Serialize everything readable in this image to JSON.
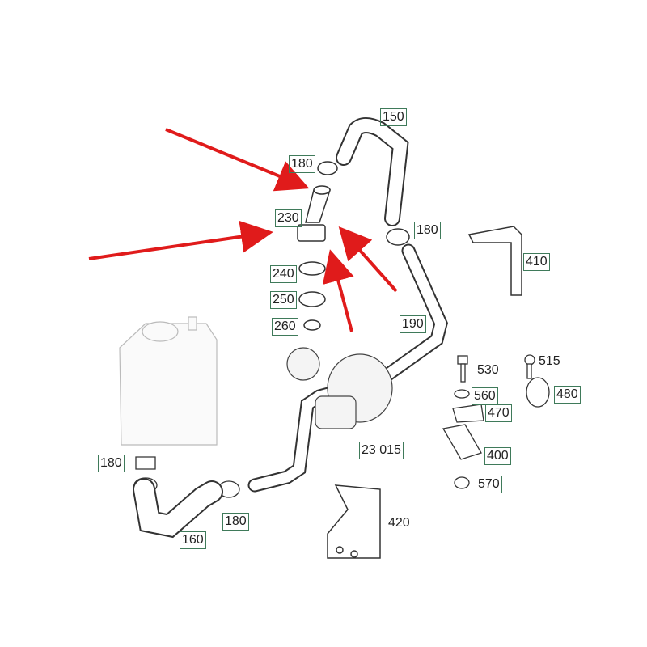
{
  "labels": {
    "p150": "150",
    "p180_top": "180",
    "p230": "230",
    "p180_right": "180",
    "p410": "410",
    "p240": "240",
    "p250": "250",
    "p260": "260",
    "p190": "190",
    "p530": "530",
    "p515": "515",
    "p560": "560",
    "p480": "480",
    "p470": "470",
    "p400": "400",
    "p23015": "23 015",
    "p570": "570",
    "p180_left": "180",
    "p180_bottom": "180",
    "p160": "160",
    "p420": "420"
  },
  "colors": {
    "arrow": "#e01b1b",
    "label_box": "#3f7a5a",
    "line": "#333333"
  }
}
